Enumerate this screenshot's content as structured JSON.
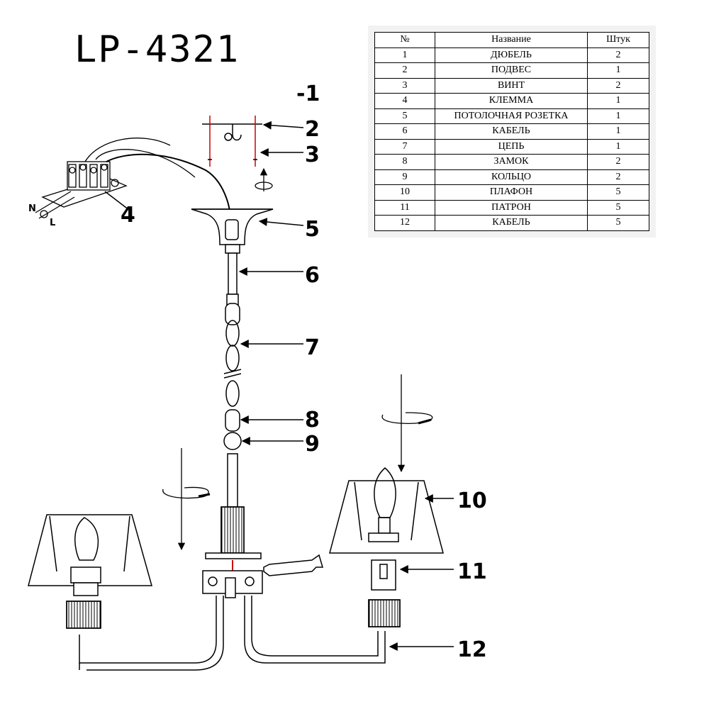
{
  "model": "LP-4321",
  "table": {
    "headers": [
      "№",
      "Название",
      "Штук"
    ],
    "rows": [
      [
        "1",
        "ДЮБЕЛЬ",
        "2"
      ],
      [
        "2",
        "ПОДВЕС",
        "1"
      ],
      [
        "3",
        "ВИНТ",
        "2"
      ],
      [
        "4",
        "КЛЕММА",
        "1"
      ],
      [
        "5",
        "ПОТОЛОЧНАЯ РОЗЕТКА",
        "1"
      ],
      [
        "6",
        "КАБЕЛЬ",
        "1"
      ],
      [
        "7",
        "ЦЕПЬ",
        "1"
      ],
      [
        "8",
        "ЗАМОК",
        "2"
      ],
      [
        "9",
        "КОЛЬЦО",
        "2"
      ],
      [
        "10",
        "ПЛАФОН",
        "5"
      ],
      [
        "11",
        "ПАТРОН",
        "5"
      ],
      [
        "12",
        "КАБЕЛЬ",
        "5"
      ]
    ]
  },
  "callouts": {
    "c1": "-1",
    "c2": "2",
    "c3": "3",
    "c4": "4",
    "c5": "5",
    "c6": "6",
    "c7": "7",
    "c8": "8",
    "c9": "9",
    "c10": "10",
    "c11": "11",
    "c12": "12"
  },
  "terminal_labels": {
    "n": "N",
    "l": "L"
  }
}
